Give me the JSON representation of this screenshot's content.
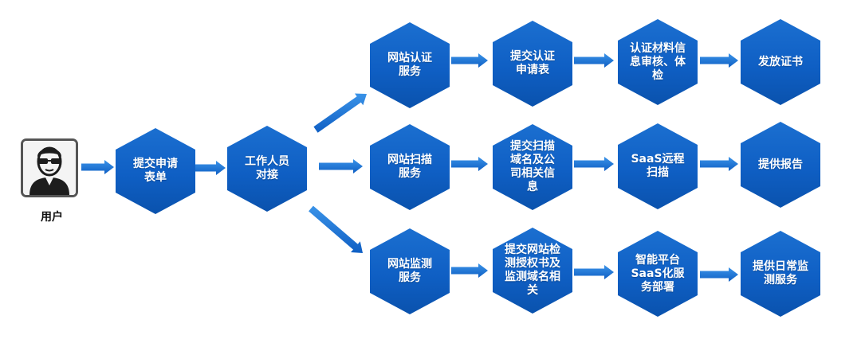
{
  "user": {
    "label": "用户",
    "icon": "user-sunglasses-icon"
  },
  "nodes": {
    "submit_form": "提交申请\n表单",
    "staff_contact": "工作人员\n对接",
    "cert_service": "网站认证\n服务",
    "submit_cert_request": "提交认证\n申请表",
    "cert_review": "认证材料信\n息审核、体\n检",
    "issue_cert": "发放证书",
    "scan_service": "网站扫描\n服务",
    "submit_scan_info": "提交扫描\n域名及公\n司相关信\n息",
    "saas_remote_scan": "SaaS远程\n扫描",
    "provide_report": "提供报告",
    "monitor_service": "网站监测\n服务",
    "submit_monitor_auth": "提交网站检\n测授权书及\n监测域名相\n关",
    "saas_deploy": "智能平台\nSaaS化服\n务部署",
    "daily_monitor": "提供日常监\n测服务"
  },
  "colors": {
    "hex": "#0f5fc4",
    "arrow": "#1676d6",
    "text": "#ffffff"
  }
}
